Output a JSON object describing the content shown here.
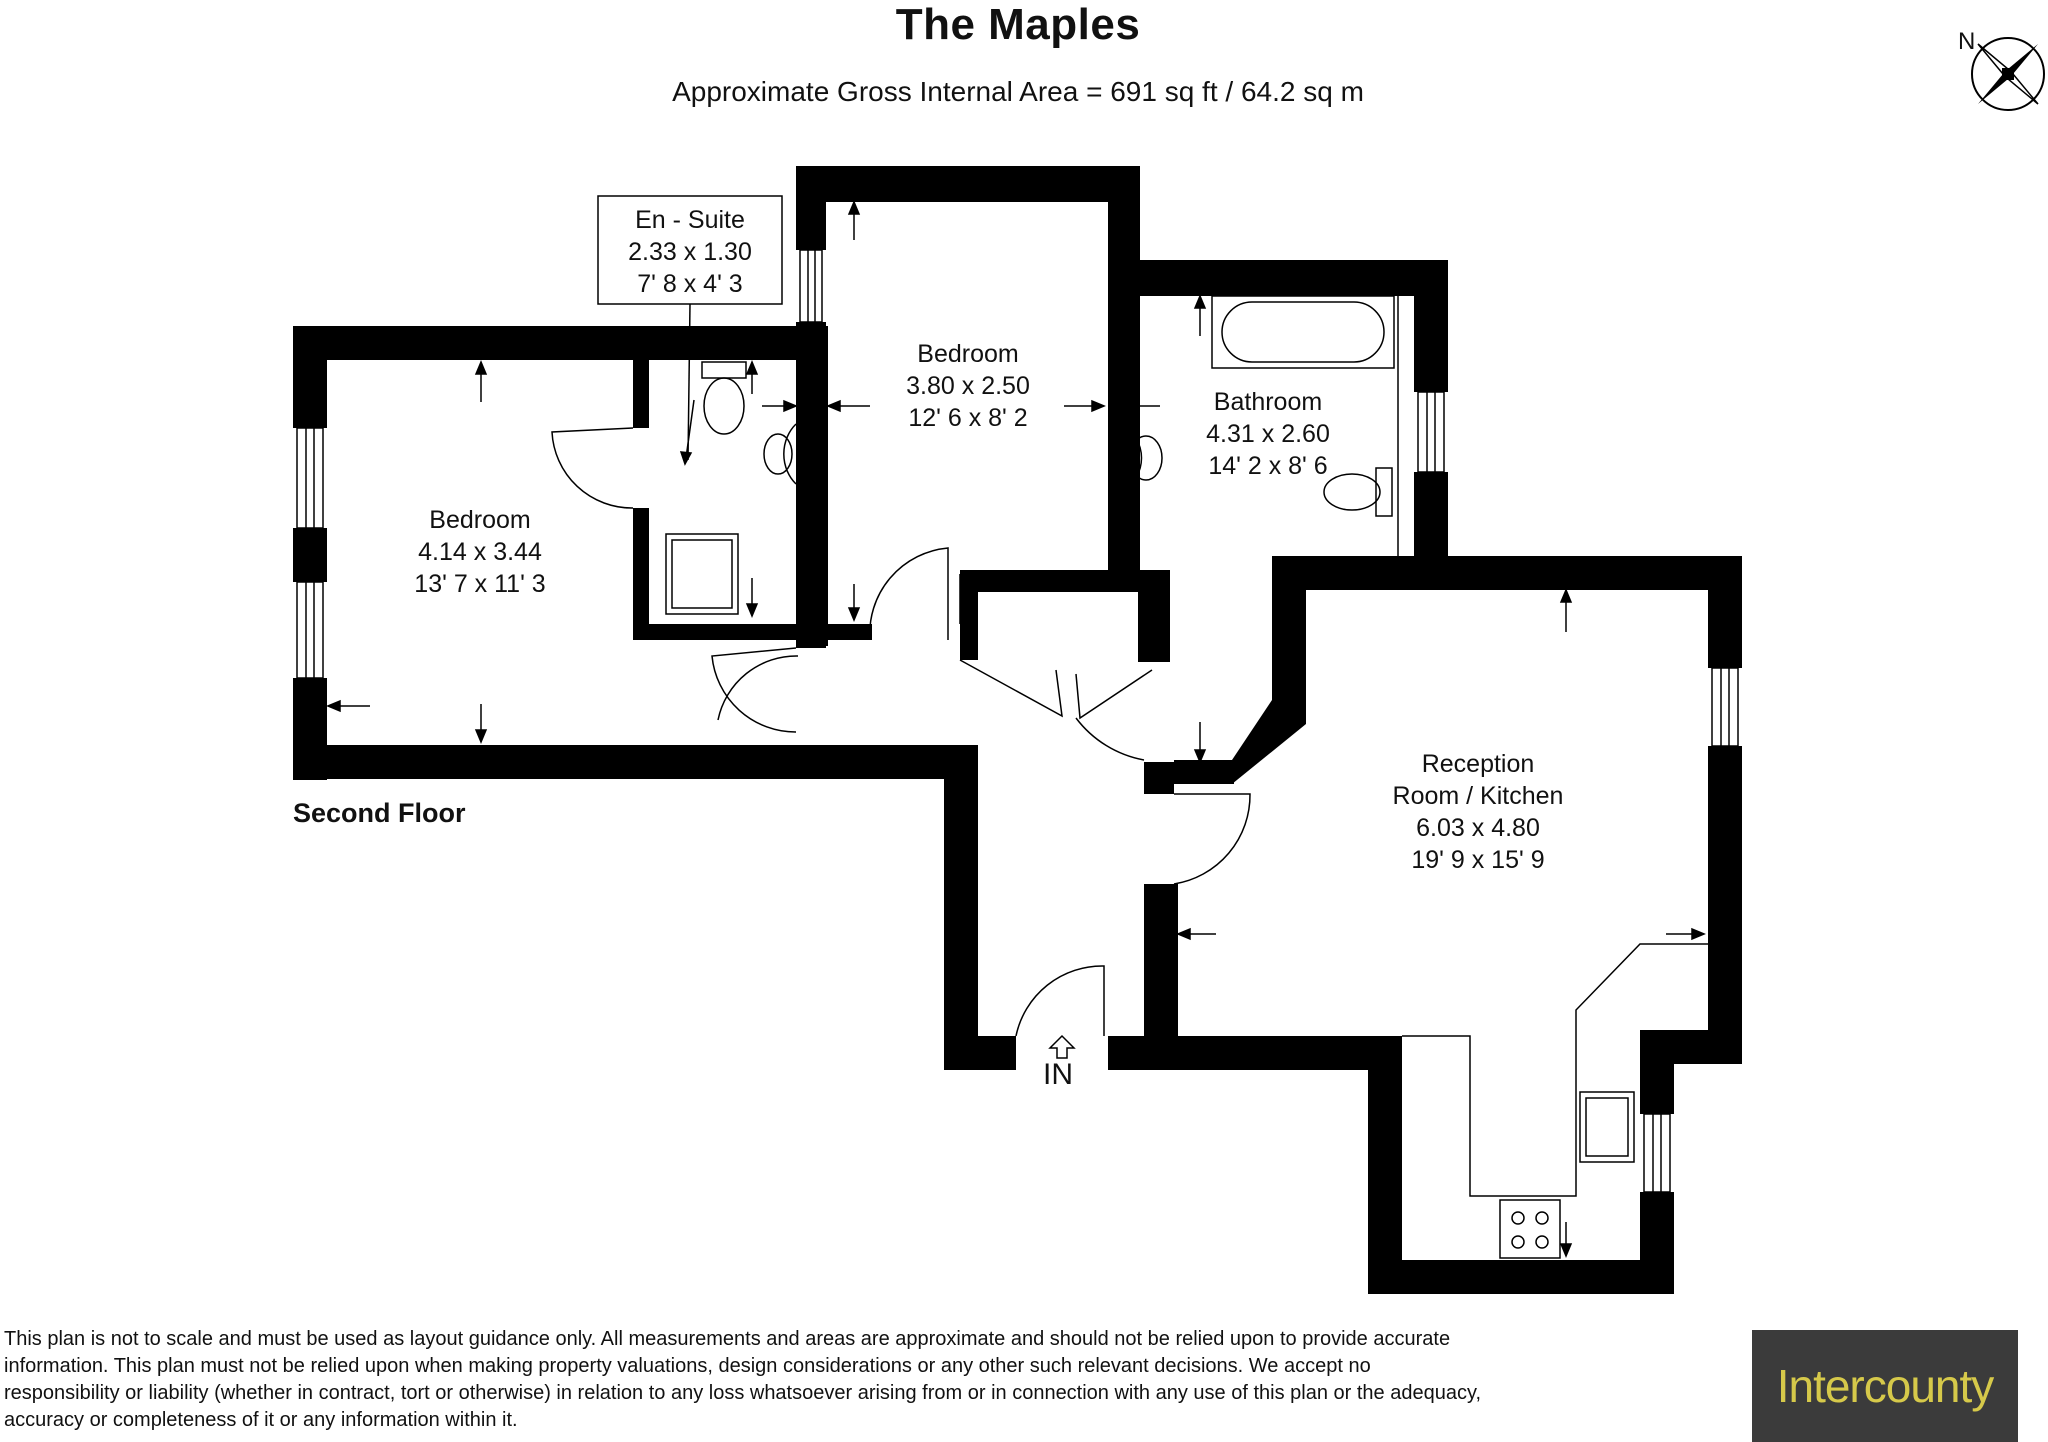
{
  "header": {
    "title": "The Maples",
    "area": "Approximate Gross Internal Area = 691 sq ft / 64.2 sq m",
    "compass_label": "N"
  },
  "rooms": {
    "ensuite": {
      "name": "En - Suite",
      "metric": "2.33 x 1.30",
      "imperial": "7' 8 x 4' 3"
    },
    "bedroom_left": {
      "name": "Bedroom",
      "metric": "4.14 x 3.44",
      "imperial": "13' 7 x 11' 3"
    },
    "bedroom_centre": {
      "name": "Bedroom",
      "metric": "3.80 x 2.50",
      "imperial": "12' 6 x 8' 2"
    },
    "bathroom": {
      "name": "Bathroom",
      "metric": "4.31 x 2.60",
      "imperial": "14' 2 x 8' 6"
    },
    "reception": {
      "name_line1": "Reception",
      "name_line2": "Room / Kitchen",
      "metric": "6.03 x 4.80",
      "imperial": "19' 9 x 15' 9"
    }
  },
  "floor_label": "Second Floor",
  "entrance_label": "IN",
  "disclaimer": "This plan is not to scale and must be used as layout guidance only. All measurements and areas are approximate and should not be relied upon to provide accurate information. This plan must not be relied upon when making property valuations, design considerations or any other such relevant decisions. We accept no responsibility or liability (whether in contract, tort or otherwise) in relation to any loss whatsoever arising from or in connection with any use of this plan or the adequacy, accuracy or completeness of it or any information within it.",
  "logo_text": "Intercounty",
  "colors": {
    "wall": "#000000",
    "logo_bg": "#3b3b3b",
    "logo_text": "#d6c94a"
  }
}
